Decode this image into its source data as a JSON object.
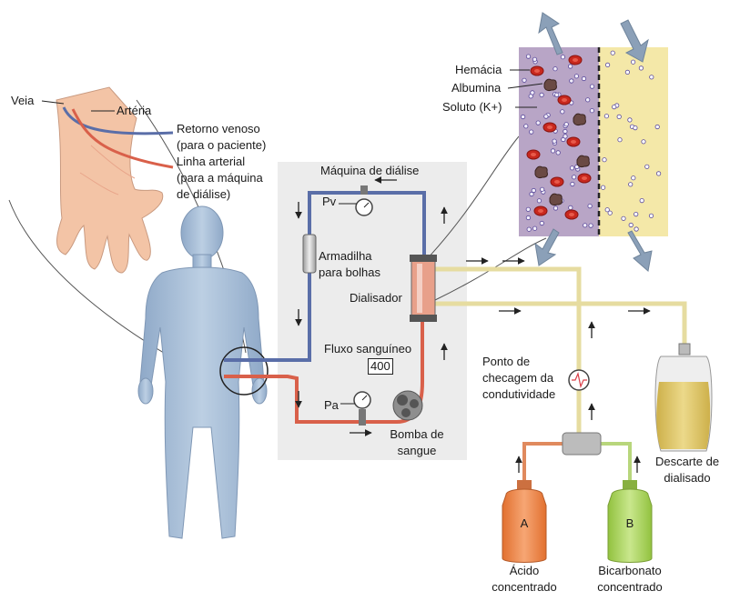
{
  "labels": {
    "veia": "Veia",
    "arteria": "Artéria",
    "retorno_venoso": "Retorno venoso",
    "para_o_paciente": "(para o paciente)",
    "linha_arterial": "Linha arterial",
    "para_a_maquina": "(para a máquina",
    "de_dialise": "de diálise)",
    "maquina_de_dialise": "Máquina de diálise",
    "pv": "Pv",
    "pa": "Pa",
    "armadilha": "Armadilha",
    "para_bolhas": "para bolhas",
    "dialisador": "Dialisador",
    "fluxo_sanguineo": "Fluxo sanguíneo",
    "fluxo_value": "400",
    "bomba_de": "Bomba de",
    "sangue": "sangue",
    "hemacia": "Hemácia",
    "albumina": "Albumina",
    "soluto": "Soluto (K+)",
    "ponto_de": "Ponto de",
    "checagem_da": "checagem da",
    "condutividade": "condutividade",
    "descarte_de": "Descarte de",
    "dialisado": "dialisado",
    "acido": "Ácido",
    "concentrado_a": "concentrado",
    "bicarbonato": "Bicarbonato",
    "concentrado_b": "concentrado",
    "bottle_a": "A",
    "bottle_b": "B"
  },
  "colors": {
    "blood_line": "#d9604a",
    "venous_line": "#5a6ea8",
    "dialysate_line": "#e6dca0",
    "body": "#a9bfd8",
    "hand": "#f3c4a6",
    "machine_panel": "#ececec",
    "bottle_a": "#ee8a4e",
    "bottle_b": "#a9d15c",
    "waste_bag": "#dcc25a",
    "blood_side": "#b8a5c6",
    "dialysate_side": "#f4e8a8"
  }
}
